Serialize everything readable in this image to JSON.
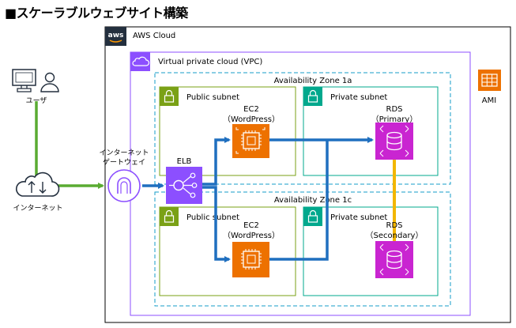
{
  "title": "■スケーラブルウェブサイト構築",
  "aws_cloud": {
    "label": "AWS Cloud",
    "logo_text": "aws"
  },
  "vpc": {
    "label": "Virtual private cloud (VPC)"
  },
  "zone_a": {
    "label": "Availability Zone 1a",
    "public_subnet": "Public subnet",
    "private_subnet": "Private subnet",
    "ec2_name": "EC2",
    "ec2_sub": "（WordPress）",
    "rds_name": "RDS",
    "rds_sub": "（Primary）"
  },
  "zone_c": {
    "label": "Availability Zone 1c",
    "public_subnet": "Public subnet",
    "private_subnet": "Private subnet",
    "ec2_name": "EC2",
    "ec2_sub": "（WordPress）",
    "rds_name": "RDS",
    "rds_sub": "（Secondary）"
  },
  "elb": {
    "label": "ELB"
  },
  "igw": {
    "label_line1": "インターネット",
    "label_line2": "ゲートウェイ"
  },
  "ami": {
    "label": "AMI"
  },
  "user": {
    "label": "ユーザ"
  },
  "internet": {
    "label": "インターネット"
  },
  "colors": {
    "aws_border": "#000000",
    "vpc_border": "#8c4fff",
    "zone_border": "#149eca",
    "public_border": "#7aa116",
    "private_border": "#01a88d",
    "ec2": "#ed7100",
    "rds": "#c925d1",
    "elb": "#8c4fff",
    "arrow_blue": "#1f6fbf",
    "arrow_green": "#5aab32",
    "link_yellow": "#f2b600"
  },
  "icons": [
    "aws-logo-icon",
    "vpc-cloud-icon",
    "lock-icon",
    "ec2-chip-icon",
    "rds-database-icon",
    "elb-icon",
    "internet-gateway-icon",
    "ami-icon",
    "computer-icon",
    "person-icon",
    "cloud-icon"
  ]
}
